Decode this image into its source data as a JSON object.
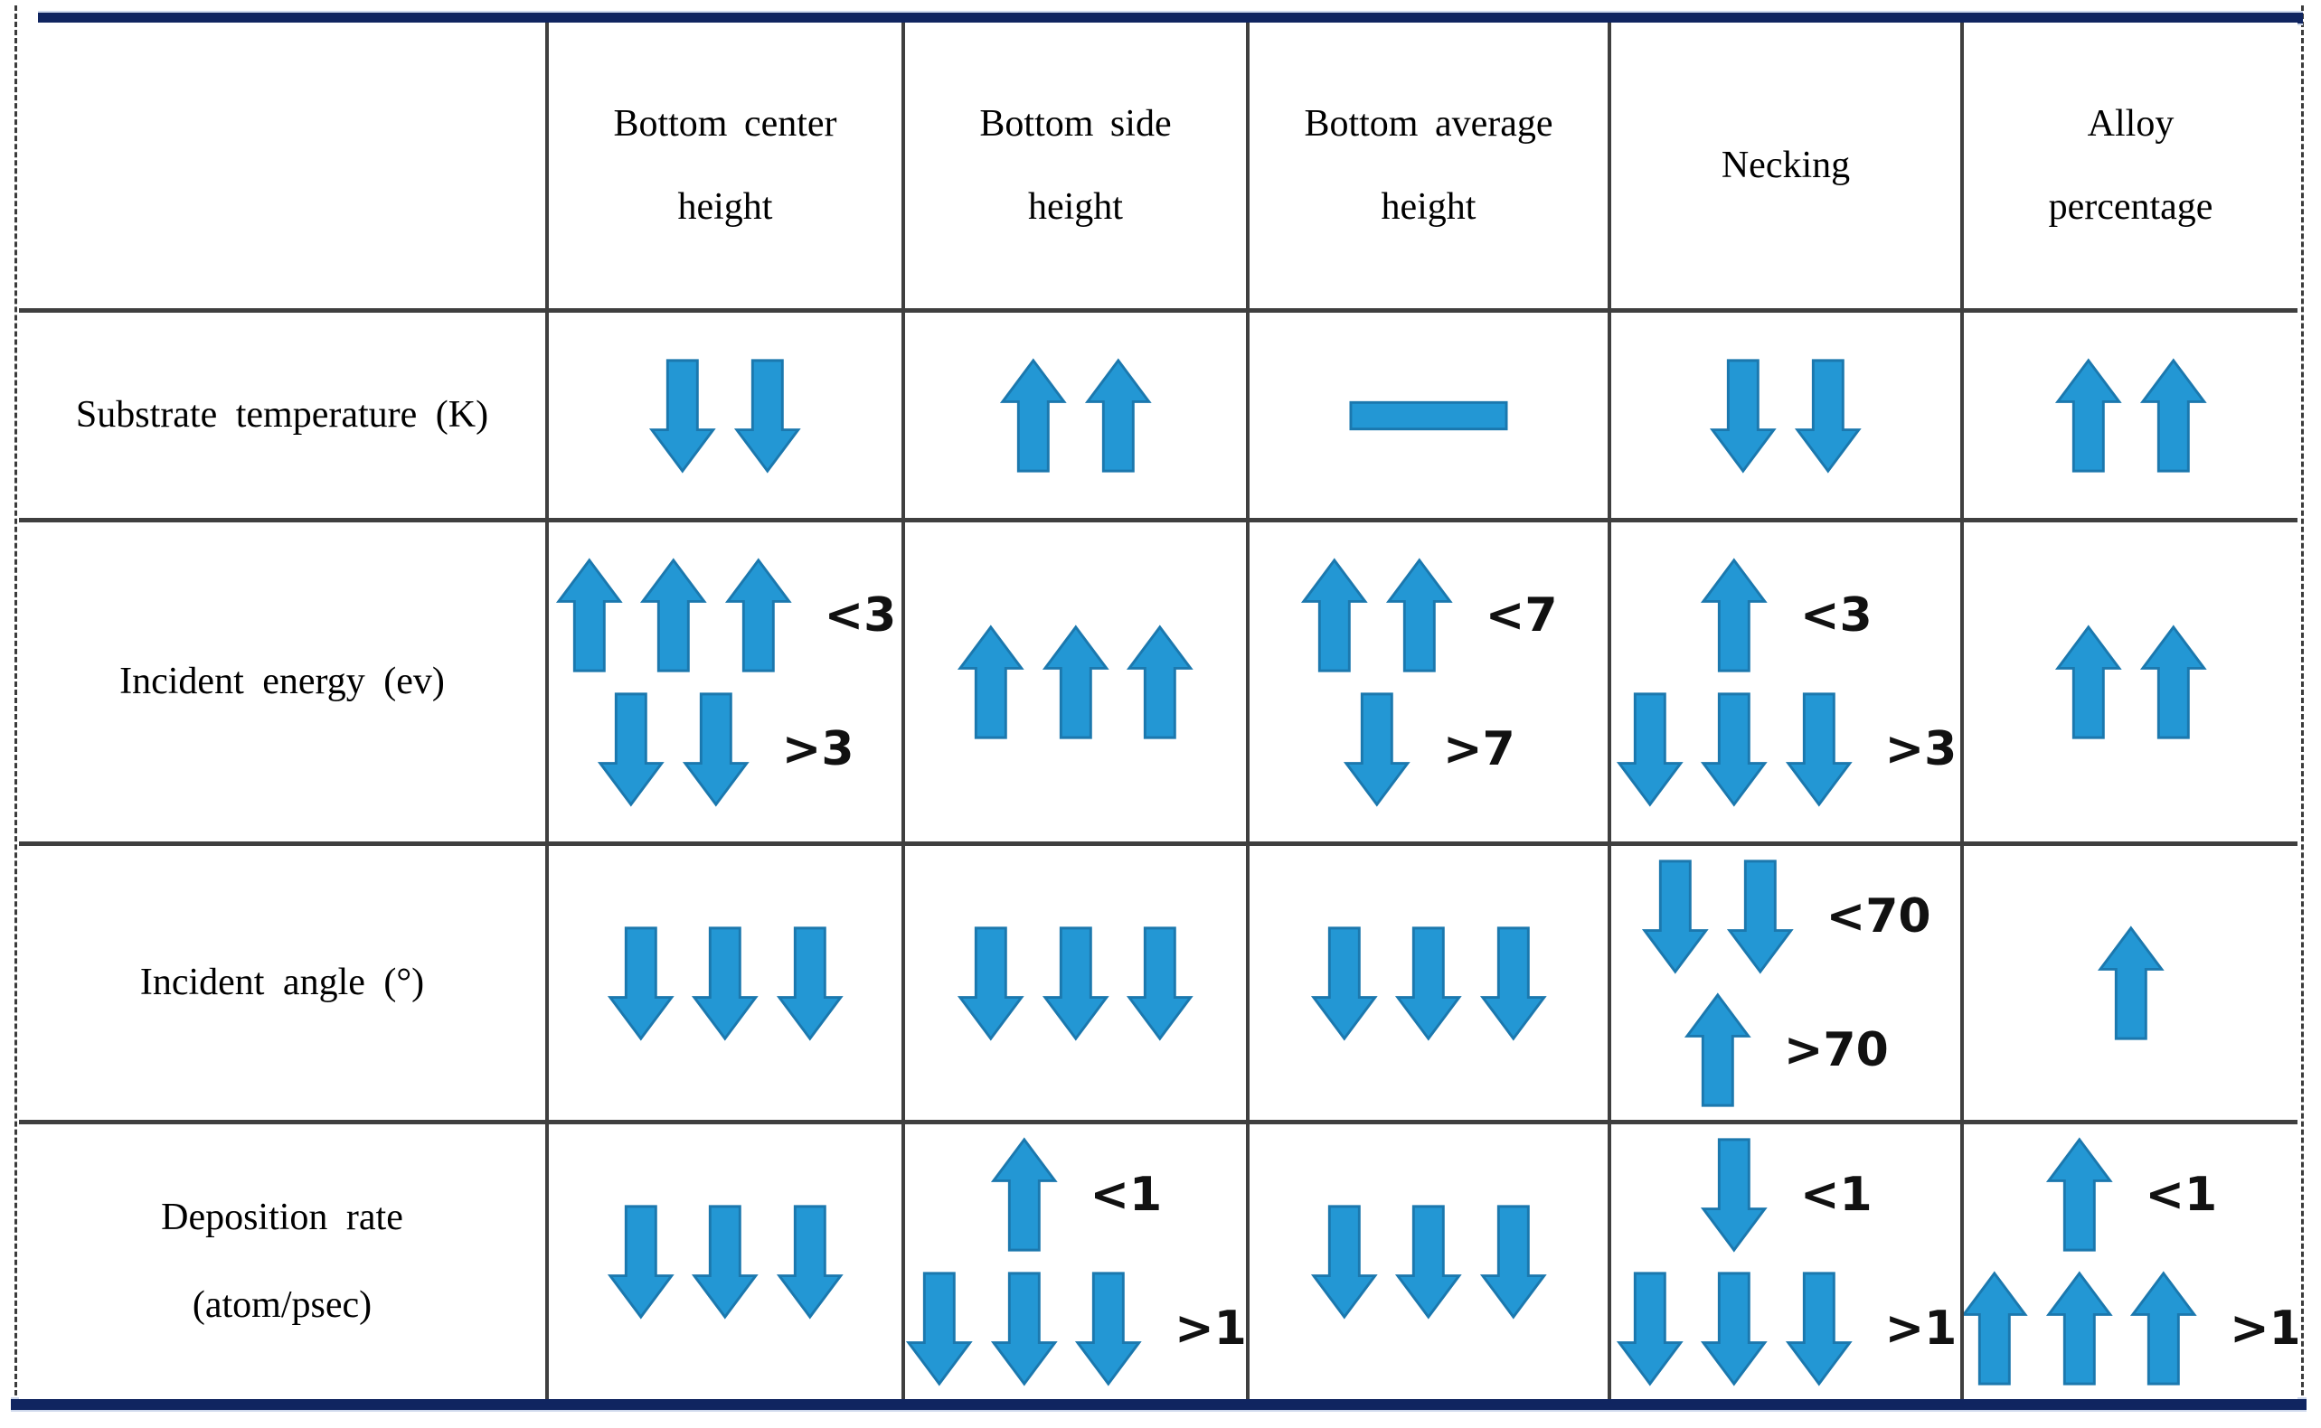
{
  "colors": {
    "rule_navy": "#102560",
    "arrow_blue": "#2397d4",
    "arrow_border": "#1b78ae",
    "grid_line": "#3f3f3f"
  },
  "icons": {
    "up": "up-arrow-icon",
    "down": "down-arrow-icon",
    "flat": "flat-bar-icon"
  },
  "table": {
    "columns": [
      "",
      "Bottom center\nheight",
      "Bottom side\nheight",
      "Bottom average\nheight",
      "Necking",
      "Alloy\npercentage"
    ],
    "rows": [
      {
        "label": "Substrate temperature (K)",
        "cells": [
          {
            "groups": [
              {
                "arrows": "down",
                "count": 2
              }
            ]
          },
          {
            "groups": [
              {
                "arrows": "up",
                "count": 2
              }
            ]
          },
          {
            "groups": [
              {
                "arrows": "flat",
                "count": 1
              }
            ]
          },
          {
            "groups": [
              {
                "arrows": "down",
                "count": 2
              }
            ]
          },
          {
            "groups": [
              {
                "arrows": "up",
                "count": 2
              }
            ]
          }
        ]
      },
      {
        "label": "Incident energy (ev)",
        "cells": [
          {
            "groups": [
              {
                "arrows": "up",
                "count": 3,
                "label": "<3"
              },
              {
                "arrows": "down",
                "count": 2,
                "label": ">3"
              }
            ]
          },
          {
            "groups": [
              {
                "arrows": "up",
                "count": 3
              }
            ]
          },
          {
            "groups": [
              {
                "arrows": "up",
                "count": 2,
                "label": "<7"
              },
              {
                "arrows": "down",
                "count": 1,
                "label": ">7"
              }
            ]
          },
          {
            "groups": [
              {
                "arrows": "up",
                "count": 1,
                "label": "<3"
              },
              {
                "arrows": "down",
                "count": 3,
                "label": ">3"
              }
            ]
          },
          {
            "groups": [
              {
                "arrows": "up",
                "count": 2
              }
            ]
          }
        ]
      },
      {
        "label": "Incident angle (°)",
        "cells": [
          {
            "groups": [
              {
                "arrows": "down",
                "count": 3
              }
            ]
          },
          {
            "groups": [
              {
                "arrows": "down",
                "count": 3
              }
            ]
          },
          {
            "groups": [
              {
                "arrows": "down",
                "count": 3
              }
            ]
          },
          {
            "groups": [
              {
                "arrows": "down",
                "count": 2,
                "label": "<70"
              },
              {
                "arrows": "up",
                "count": 1,
                "label": ">70"
              }
            ]
          },
          {
            "groups": [
              {
                "arrows": "up",
                "count": 1
              }
            ]
          }
        ]
      },
      {
        "label": "Deposition rate\n(atom/psec)",
        "cells": [
          {
            "groups": [
              {
                "arrows": "down",
                "count": 3
              }
            ]
          },
          {
            "groups": [
              {
                "arrows": "up",
                "count": 1,
                "label": "<1"
              },
              {
                "arrows": "down",
                "count": 3,
                "label": ">1"
              }
            ]
          },
          {
            "groups": [
              {
                "arrows": "down",
                "count": 3
              }
            ]
          },
          {
            "groups": [
              {
                "arrows": "down",
                "count": 1,
                "label": "<1"
              },
              {
                "arrows": "down",
                "count": 3,
                "label": ">1"
              }
            ]
          },
          {
            "groups": [
              {
                "arrows": "up",
                "count": 1,
                "label": "<1"
              },
              {
                "arrows": "up",
                "count": 3,
                "label": ">1"
              }
            ]
          }
        ]
      }
    ]
  }
}
